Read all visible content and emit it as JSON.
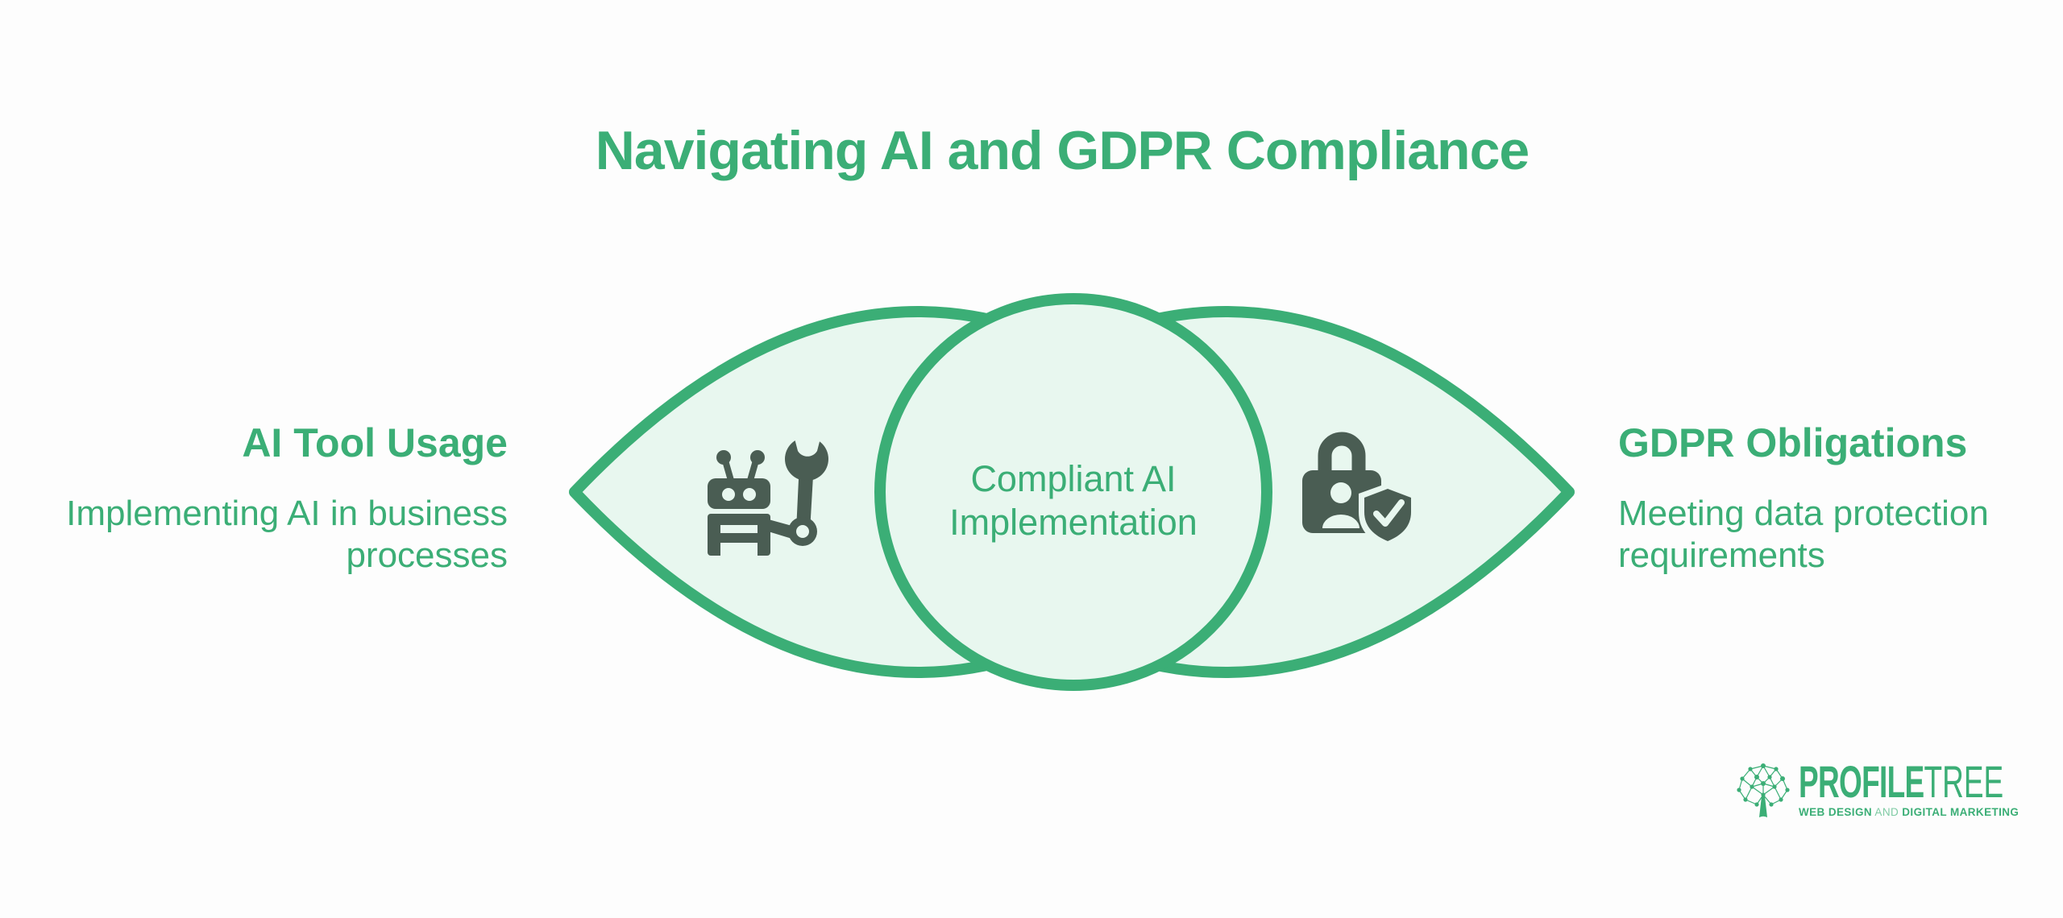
{
  "title": "Navigating AI and GDPR Compliance",
  "diagram": {
    "left_circle": {
      "heading": "AI Tool Usage",
      "description": "Implementing AI in business processes",
      "icon": "robot-wrench-icon"
    },
    "right_circle": {
      "heading": "GDPR Obligations",
      "description": "Meeting data protection requirements",
      "icon": "lock-user-shield-icon"
    },
    "intersection": {
      "label": "Compliant AI Implementation"
    }
  },
  "footer_logo": {
    "icon": "tree-network-icon",
    "name_bold": "PROFILE",
    "name_light": "TREE",
    "tagline_part1": "WEB DESIGN",
    "tagline_part2": "AND",
    "tagline_part3": "DIGITAL MARKETING"
  },
  "colors": {
    "accent_green": "#3BAE76",
    "light_green_fill": "#E8F7EF",
    "icon_dark_green": "#4A5D53",
    "background": "#FDFDFD"
  }
}
